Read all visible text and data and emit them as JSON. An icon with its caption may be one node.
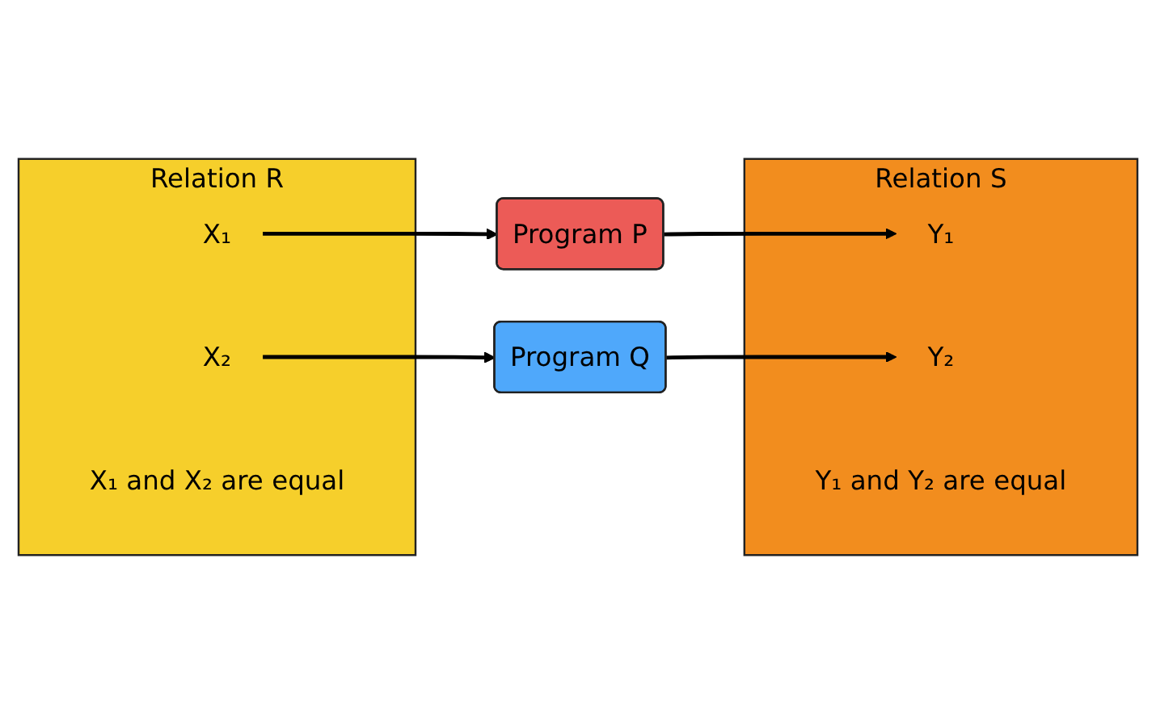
{
  "diagram": {
    "nodes": [
      {
        "text": [
          "Relation R"
        ]
      },
      {
        "text": [
          "X₁"
        ],
        "in": 0
      },
      {
        "text": [
          "X₂"
        ],
        "in": 0
      },
      {
        "text": [
          "X₁ and X₂ are equal"
        ],
        "in": 0
      },
      {
        "text": [
          "Program P"
        ]
      },
      {
        "text": [
          "Program Q"
        ]
      },
      {
        "text": [
          "Relation S"
        ]
      },
      {
        "text": [
          "Y₁"
        ],
        "in": 6
      },
      {
        "text": [
          "Y₂"
        ],
        "in": 6
      },
      {
        "text": [
          "Y₁ and Y₂ are equal"
        ],
        "in": 6
      }
    ],
    "edges": [
      {
        "from": 1,
        "to": 4,
        "arrow": "to"
      },
      {
        "from": 4,
        "to": 7,
        "arrow": "to"
      },
      {
        "from": 2,
        "to": 5,
        "arrow": "to"
      },
      {
        "from": 5,
        "to": 8,
        "arrow": "to"
      }
    ]
  }
}
